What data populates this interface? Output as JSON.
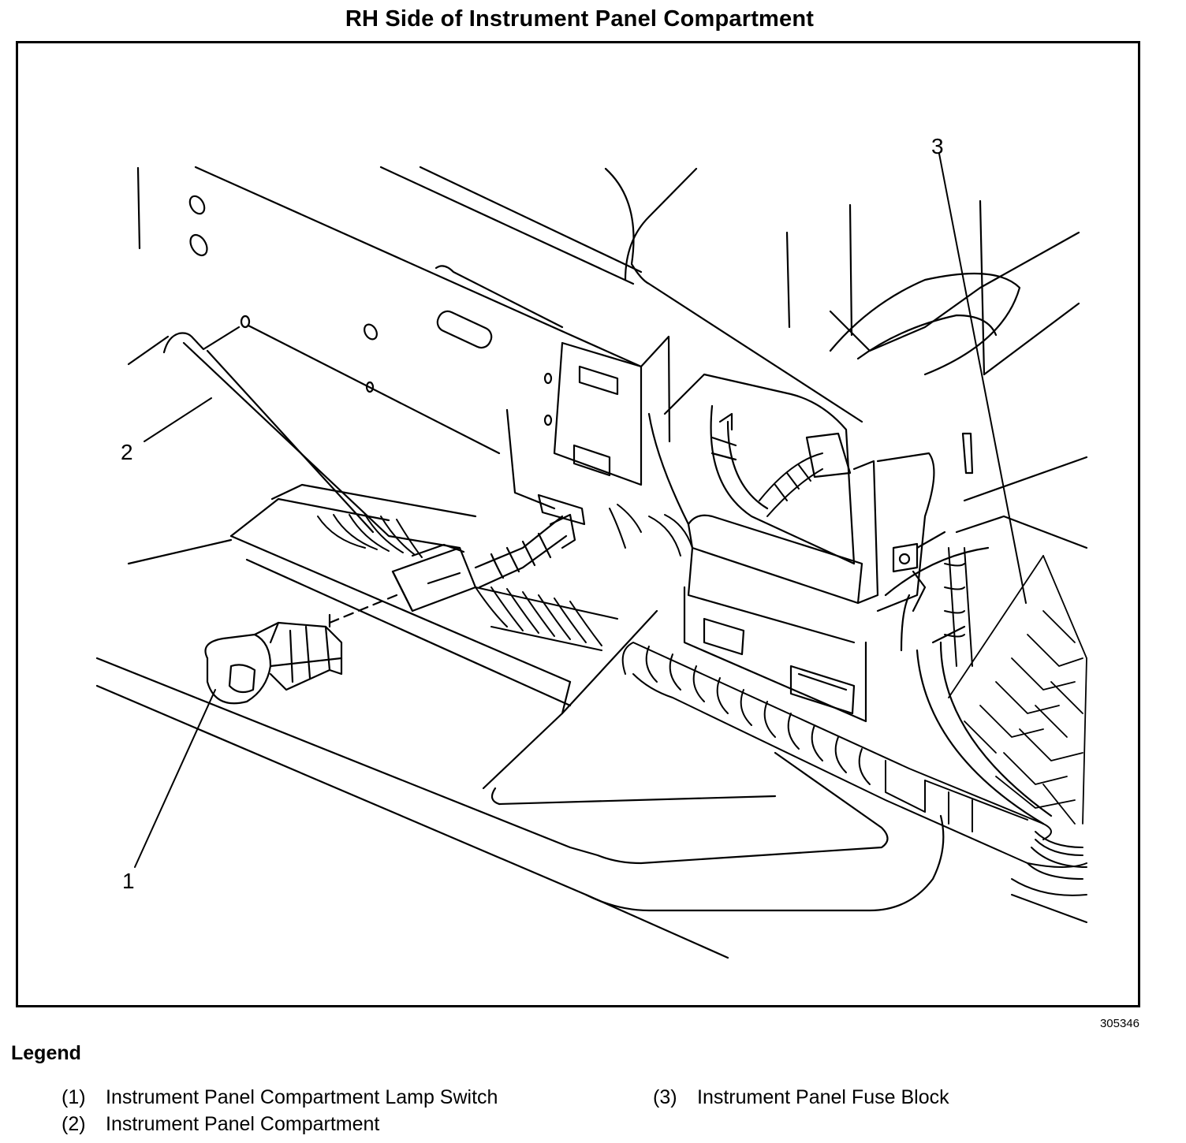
{
  "diagram": {
    "title": "RH Side of Instrument Panel Compartment",
    "figure_id": "305346",
    "callouts": [
      "1",
      "2",
      "3"
    ]
  },
  "legend": {
    "title": "Legend",
    "items": [
      {
        "num": "(1)",
        "label": "Instrument Panel Compartment Lamp Switch"
      },
      {
        "num": "(2)",
        "label": "Instrument Panel Compartment"
      },
      {
        "num": "(3)",
        "label": "Instrument Panel Fuse Block"
      }
    ]
  }
}
